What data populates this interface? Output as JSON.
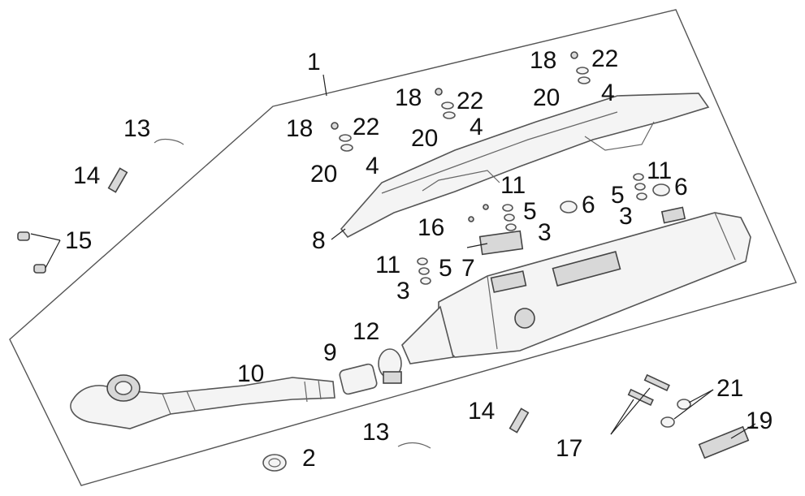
{
  "diagram": {
    "title": "",
    "callouts": {
      "c1": "1",
      "c2": "2",
      "c3a": "3",
      "c3b": "3",
      "c3c": "3",
      "c4a": "4",
      "c4b": "4",
      "c4c": "4",
      "c5a": "5",
      "c5b": "5",
      "c5c": "5",
      "c6a": "6",
      "c6b": "6",
      "c7": "7",
      "c8": "8",
      "c9": "9",
      "c10": "10",
      "c11a": "11",
      "c11b": "11",
      "c11c": "11",
      "c12": "12",
      "c13a": "13",
      "c13b": "13",
      "c14a": "14",
      "c14b": "14",
      "c15": "15",
      "c16": "16",
      "c17": "17",
      "c18a": "18",
      "c18b": "18",
      "c18c": "18",
      "c19": "19",
      "c20a": "20",
      "c20b": "20",
      "c20c": "20",
      "c21": "21",
      "c22a": "22",
      "c22b": "22",
      "c22c": "22"
    }
  }
}
